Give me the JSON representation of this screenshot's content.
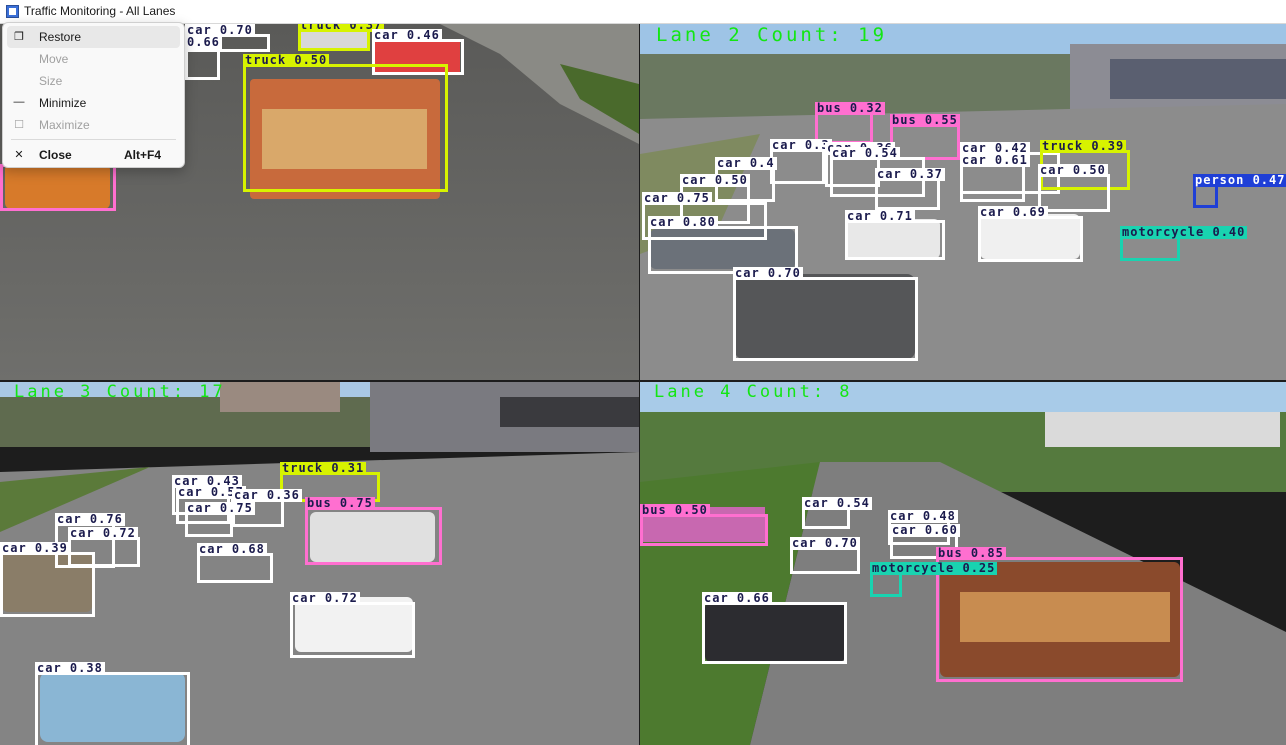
{
  "window": {
    "title": "Traffic Monitoring - All Lanes"
  },
  "colors": {
    "car": "#ffffff",
    "truck": "#d7f300",
    "bus": "#ff6fd0",
    "motorcycle": "#19d3b0",
    "person": "#1f3fd6",
    "lane_label": "#13e613"
  },
  "lanes": [
    {
      "id": 1,
      "label": "",
      "detections": [
        {
          "cls": "car",
          "text": "car 0.70"
        },
        {
          "cls": "truck",
          "text": "truck 0.37"
        },
        {
          "cls": "car",
          "text": "car 0.46"
        },
        {
          "cls": "car",
          "text": "0.66"
        },
        {
          "cls": "truck",
          "text": "truck 0.50"
        },
        {
          "cls": "bus",
          "text": ""
        }
      ]
    },
    {
      "id": 2,
      "label": "Lane 2 Count: 19",
      "detections": [
        {
          "cls": "bus",
          "text": "bus 0.32"
        },
        {
          "cls": "bus",
          "text": "bus 0.55"
        },
        {
          "cls": "car",
          "text": "car 0.3"
        },
        {
          "cls": "car",
          "text": "car 0.4"
        },
        {
          "cls": "car",
          "text": "car 0.36"
        },
        {
          "cls": "car",
          "text": "car 0.54"
        },
        {
          "cls": "car",
          "text": "car 0.42"
        },
        {
          "cls": "truck",
          "text": "truck 0.39"
        },
        {
          "cls": "car",
          "text": "car 0.61"
        },
        {
          "cls": "car",
          "text": "car 0.50"
        },
        {
          "cls": "car",
          "text": "car 0.37"
        },
        {
          "cls": "car",
          "text": "car 0.50"
        },
        {
          "cls": "person",
          "text": "person 0.47"
        },
        {
          "cls": "car",
          "text": "car 0.75"
        },
        {
          "cls": "car",
          "text": "car 0.80"
        },
        {
          "cls": "car",
          "text": "car 0.71"
        },
        {
          "cls": "car",
          "text": "car 0.69"
        },
        {
          "cls": "motorcycle",
          "text": "motorcycle 0.40"
        },
        {
          "cls": "car",
          "text": "car 0.70"
        }
      ]
    },
    {
      "id": 3,
      "label": "Lane 3 Count: 17",
      "detections": [
        {
          "cls": "truck",
          "text": "truck 0.31"
        },
        {
          "cls": "car",
          "text": "car 0.43"
        },
        {
          "cls": "car",
          "text": "car 0.57"
        },
        {
          "cls": "car",
          "text": "car 0.36"
        },
        {
          "cls": "car",
          "text": "car 0.75"
        },
        {
          "cls": "bus",
          "text": "bus 0.75"
        },
        {
          "cls": "car",
          "text": "car 0.76"
        },
        {
          "cls": "car",
          "text": "car 0.72"
        },
        {
          "cls": "car",
          "text": "car 0.39"
        },
        {
          "cls": "car",
          "text": "car 0.68"
        },
        {
          "cls": "car",
          "text": "car 0.72"
        },
        {
          "cls": "car",
          "text": "car 0.38"
        }
      ]
    },
    {
      "id": 4,
      "label": "Lane 4 Count: 8",
      "detections": [
        {
          "cls": "bus",
          "text": "bus 0.50"
        },
        {
          "cls": "car",
          "text": "car 0.54"
        },
        {
          "cls": "car",
          "text": "car 0.48"
        },
        {
          "cls": "car",
          "text": "car 0.60"
        },
        {
          "cls": "car",
          "text": "car 0.70"
        },
        {
          "cls": "bus",
          "text": "bus 0.85"
        },
        {
          "cls": "motorcycle",
          "text": "motorcycle 0.25"
        },
        {
          "cls": "car",
          "text": "car 0.66"
        }
      ]
    }
  ],
  "system_menu": {
    "items": [
      {
        "icon": "restore-icon",
        "glyph": "❐",
        "label": "Restore",
        "shortcut": "",
        "enabled": true
      },
      {
        "icon": "",
        "glyph": "",
        "label": "Move",
        "shortcut": "",
        "enabled": false
      },
      {
        "icon": "",
        "glyph": "",
        "label": "Size",
        "shortcut": "",
        "enabled": false
      },
      {
        "icon": "minimize-icon",
        "glyph": "—",
        "label": "Minimize",
        "shortcut": "",
        "enabled": true
      },
      {
        "icon": "maximize-icon",
        "glyph": "☐",
        "label": "Maximize",
        "shortcut": "",
        "enabled": false
      },
      {
        "icon": "close-icon",
        "glyph": "✕",
        "label": "Close",
        "shortcut": "Alt+F4",
        "enabled": true
      }
    ]
  }
}
